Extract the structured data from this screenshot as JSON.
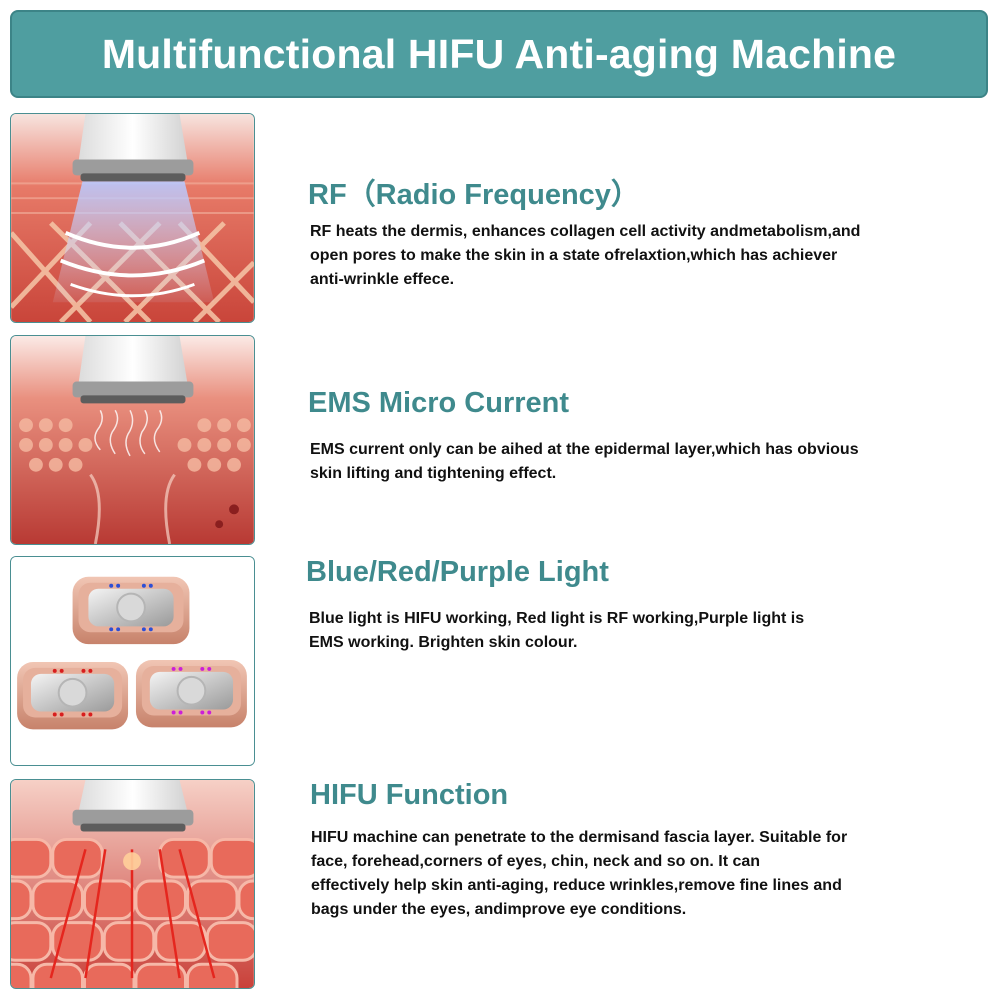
{
  "header": {
    "title": "Multifunctional HIFU Anti-aging Machine"
  },
  "colors": {
    "teal": "#4f9ea0",
    "title_teal": "#3f8a8d",
    "text": "#111111"
  },
  "features": [
    {
      "title": "RF（Radio Frequency）",
      "image_icon": "rf-skin-illustration",
      "lines": [
        "RF heats the dermis, enhances collagen cell activity andmetabolism,and",
        "open pores to make the skin in a state ofrelaxtion,which has achiever",
        "anti-wrinkle effece."
      ]
    },
    {
      "title": "EMS Micro Current",
      "image_icon": "ems-skin-illustration",
      "lines": [
        "EMS current only can be aihed at the epidermal layer,which has obvious",
        "skin lifting and tightening effect."
      ]
    },
    {
      "title": "Blue/Red/Purple Light",
      "image_icon": "device-heads-illustration",
      "lines": [
        "Blue light is HIFU working, Red light is RF working,Purple light is",
        "EMS working. Brighten skin colour."
      ]
    },
    {
      "title": "HIFU Function",
      "image_icon": "hifu-skin-illustration",
      "lines": [
        "HIFU machine can penetrate to the dermisand fascia layer. Suitable for",
        "face, forehead,corners of eyes, chin, neck and so on. It can",
        "effectively help skin anti-aging, reduce wrinkles,remove fine lines and",
        "bags under the eyes, andimprove eye conditions."
      ]
    }
  ]
}
